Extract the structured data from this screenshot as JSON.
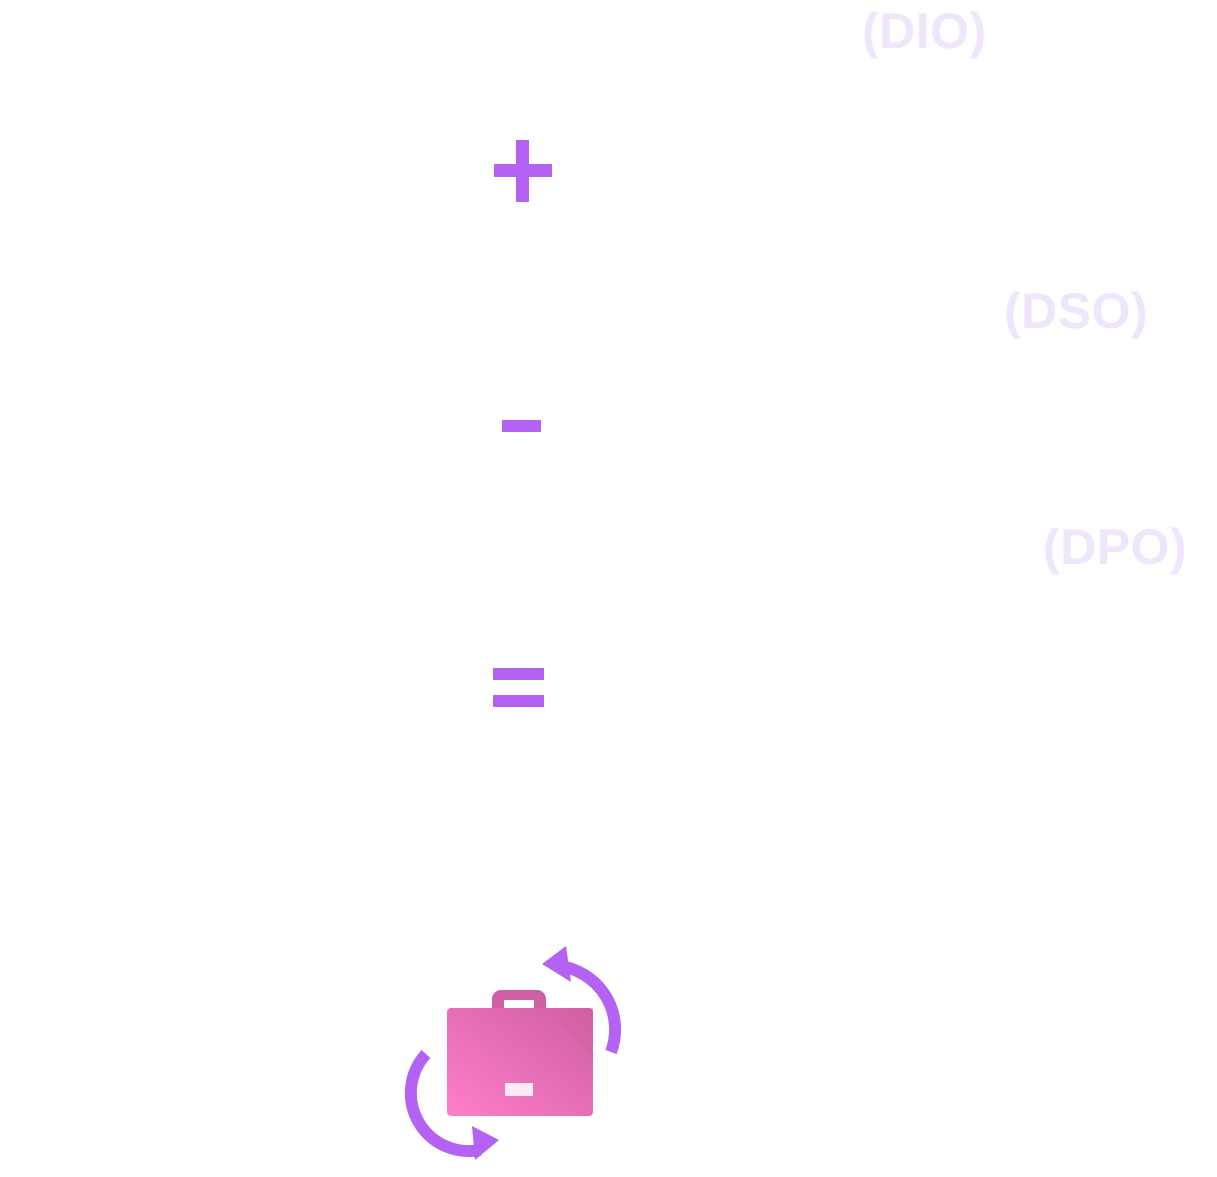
{
  "formula": {
    "terms": [
      {
        "abbr": "(DIO)"
      },
      {
        "abbr": "(DSO)"
      },
      {
        "abbr": "(DPO)"
      }
    ],
    "operators": {
      "plus": "+",
      "minus": "-",
      "equals": "="
    }
  },
  "colors": {
    "operator": "#b462f3",
    "term_text": "#efe6fb",
    "briefcase_light": "#ff7ec8",
    "briefcase_dark": "#cf5fa4",
    "arrows": "#b462f3"
  },
  "icons": {
    "result": "briefcase-cycle-icon"
  }
}
